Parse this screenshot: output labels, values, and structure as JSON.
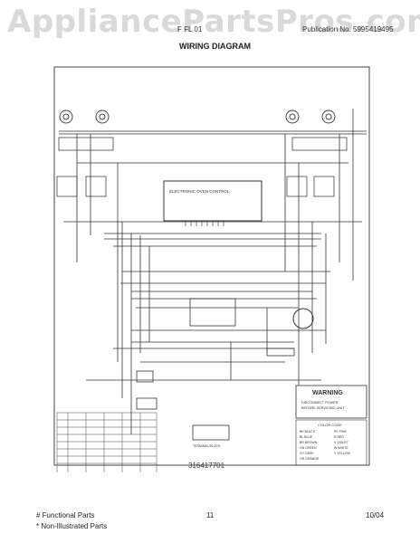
{
  "watermark": "AppliancePartsPros.com",
  "header": {
    "left_fragment": "F FL 01",
    "right_fragment": "Publication No. 5995419495",
    "title": "WIRING DIAGRAM"
  },
  "diagram": {
    "control_label": "ELECTRONIC OVEN CONTROL",
    "warning": {
      "title": "WARNING",
      "line1": "DISCONNECT POWER",
      "line2": "BEFORE SERVICING UNIT"
    },
    "part_number": "316417701",
    "terminal_block_label": "TERMINAL BLOCK",
    "color_code_title": "COLOR CODE",
    "color_codes": [
      "BK BLACK",
      "BL BLUE",
      "BR BROWN",
      "GN GREEN",
      "GY GRAY",
      "OR ORANGE",
      "PK PINK",
      "R RED",
      "V VIOLET",
      "W WHITE",
      "Y YELLOW"
    ]
  },
  "footer": {
    "functional_parts": "# Functional Parts",
    "non_illustrated": "* Non-Illustrated Parts",
    "page": "11",
    "date": "10/04"
  }
}
